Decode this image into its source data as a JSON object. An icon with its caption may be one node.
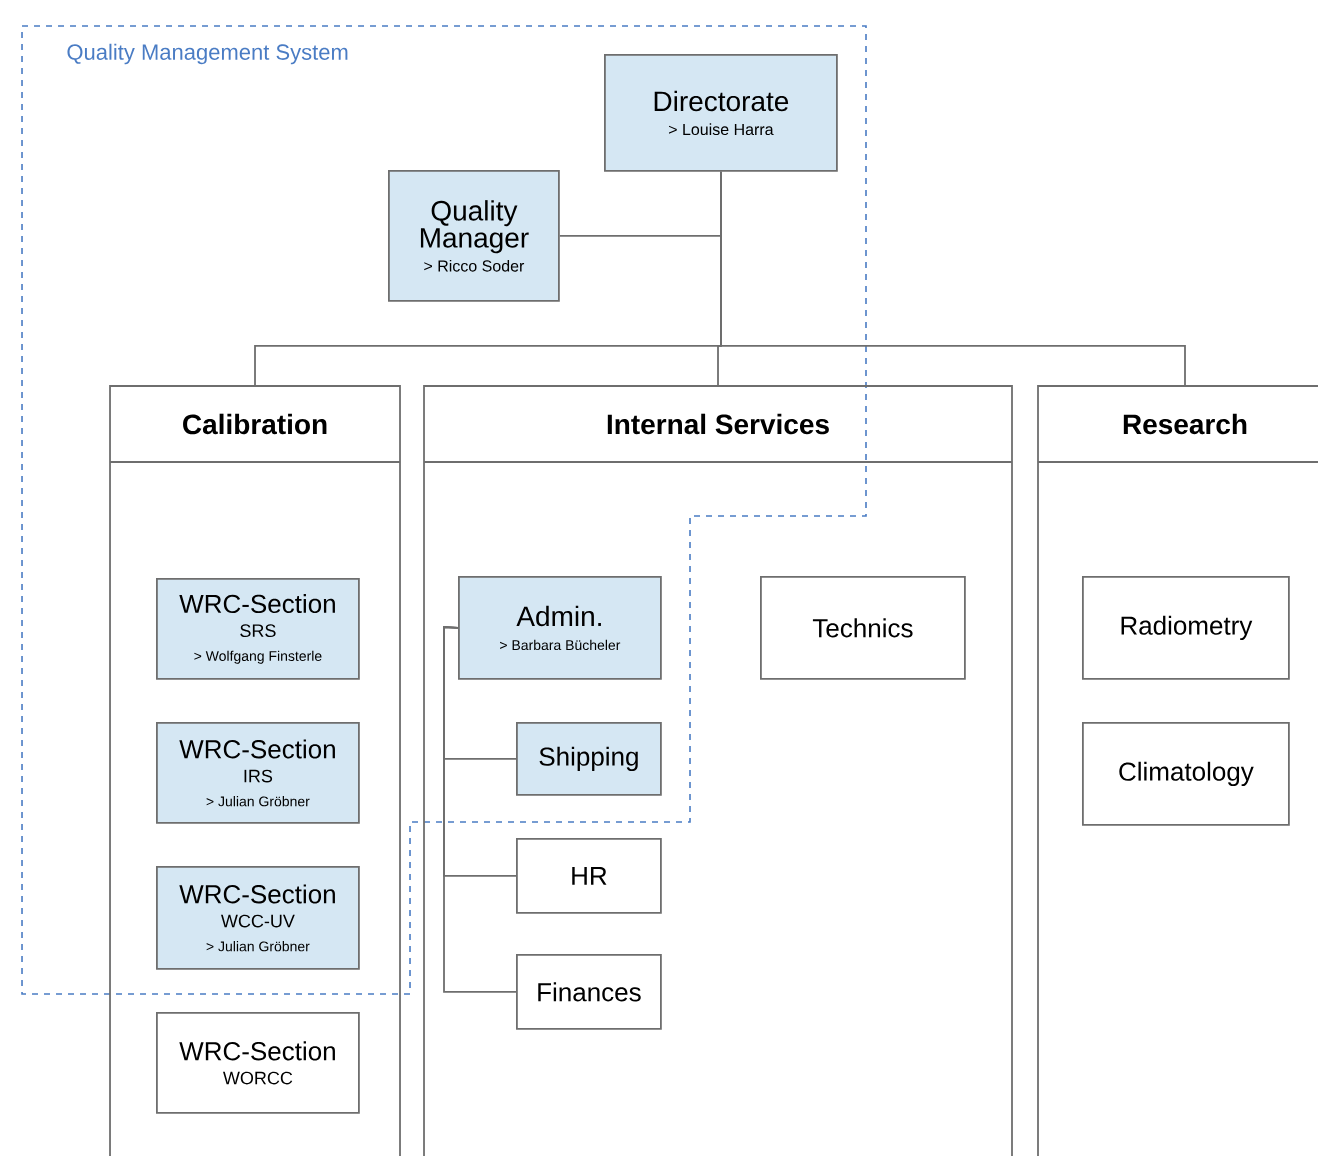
{
  "diagram": {
    "nodes": [
      {
        "text": [
          "Quality Management System"
        ]
      },
      {
        "text": [
          "Directorate",
          "> Louise Harra"
        ],
        "in": 0
      },
      {
        "text": [
          "Quality Manager",
          "> Ricco Soder"
        ],
        "in": 0
      },
      {
        "text": [
          "Calibration"
        ]
      },
      {
        "text": [
          "Internal Services"
        ]
      },
      {
        "text": [
          "Research"
        ]
      },
      {
        "text": [
          "WRC-Section",
          "SRS",
          "> Wolfgang Finsterle"
        ]
      },
      {
        "text": [
          "WRC-Section",
          "IRS",
          "> Julian Gröbner"
        ]
      },
      {
        "text": [
          "WRC-Section",
          "WCC-UV",
          "> Julian Gröbner"
        ]
      },
      {
        "text": [
          "WRC-Section",
          "WORCC"
        ],
        "in": 3
      },
      {
        "text": [
          "Admin.",
          "> Barbara Bücheler"
        ]
      },
      {
        "text": [
          "Shipping"
        ]
      },
      {
        "text": [
          "HR"
        ],
        "in": 4
      },
      {
        "text": [
          "Finances"
        ],
        "in": 4
      },
      {
        "text": [
          "Technics"
        ],
        "in": 4
      },
      {
        "text": [
          "Radiometry"
        ],
        "in": 5
      },
      {
        "text": [
          "Climatology"
        ],
        "in": 5
      }
    ],
    "edges": [
      {
        "from": 2,
        "to": 1,
        "arrow": "none"
      },
      {
        "from": 1,
        "to": 3,
        "arrow": "none"
      },
      {
        "from": 1,
        "to": 4,
        "arrow": "none"
      },
      {
        "from": 1,
        "to": 5,
        "arrow": "none"
      },
      {
        "from": 10,
        "to": 11,
        "arrow": "none"
      },
      {
        "from": 10,
        "to": 12,
        "arrow": "none"
      },
      {
        "from": 10,
        "to": 13,
        "arrow": "none"
      }
    ]
  }
}
